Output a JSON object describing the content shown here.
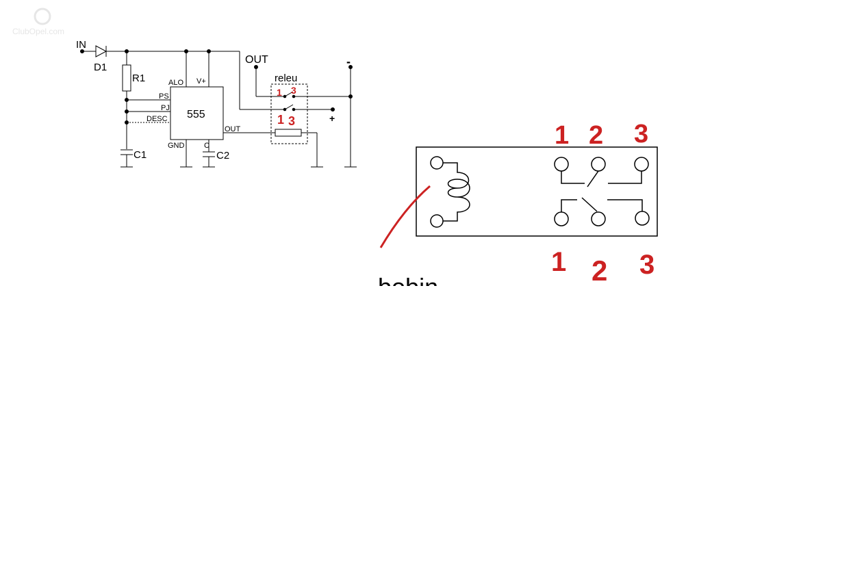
{
  "watermark": {
    "text": "ClubOpel.com"
  },
  "schematic": {
    "labels": {
      "in": "IN",
      "d1": "D1",
      "r1": "R1",
      "alo": "ALO",
      "vplus": "V+",
      "ps": "PS",
      "pj": "PJ",
      "desc": "DESC",
      "chip": "555",
      "gnd": "GND",
      "c": "C",
      "out_pin": "OUT",
      "c1": "C1",
      "c2": "C2",
      "out_main": "OUT",
      "relay": "releu",
      "minus": "-",
      "plus": "+"
    },
    "relay_pin_marks": {
      "top_left": "1",
      "top_right": "3",
      "bottom_left": "1",
      "bottom_right": "3"
    }
  },
  "relay_diagram": {
    "top_numbers": [
      "1",
      "2",
      "3"
    ],
    "bottom_numbers": [
      "1",
      "2",
      "3"
    ],
    "coil_label": "bobina"
  },
  "colors": {
    "ink": "#000000",
    "annotation": "#cc2222",
    "watermark": "#e6e6e6"
  }
}
